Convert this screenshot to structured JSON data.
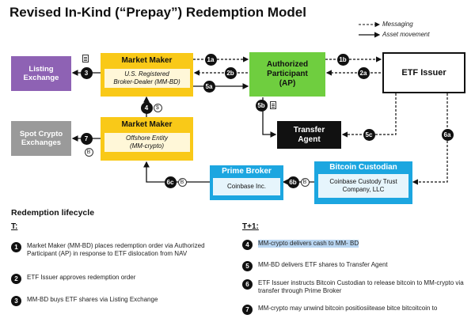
{
  "title": "Revised In-Kind (“Prepay”) Redemption Model",
  "legend": {
    "messaging": "Messaging",
    "asset_movement": "Asset movement"
  },
  "nodes": {
    "listing_exchange": {
      "line1": "Listing",
      "line2": "Exchange",
      "color": "#8e62b4"
    },
    "spot_crypto": {
      "line1": "Spot Crypto",
      "line2": "Exchanges",
      "color": "#9a9a9a"
    },
    "mm_bd": {
      "title": "Market Maker",
      "sub1": "U.S. Registered",
      "sub2": "Broker-Dealer (MM-BD)",
      "color": "#f9c918"
    },
    "mm_crypto": {
      "title": "Market Maker",
      "sub1": "Offshore Entity",
      "sub2": "(MM-crypto)",
      "color": "#f9c918"
    },
    "ap": {
      "line1": "Authorized",
      "line2": "Participant",
      "line3": "(AP)",
      "color": "#6fce3f"
    },
    "etf_issuer": {
      "label": "ETF Issuer"
    },
    "transfer_agent": {
      "line1": "Transfer",
      "line2": "Agent"
    },
    "prime_broker": {
      "title": "Prime Broker",
      "sub": "Coinbase Inc.",
      "color": "#1ca6e0"
    },
    "custodian": {
      "title": "Bitcoin Custodian",
      "sub1": "Coinbase Custody Trust",
      "sub2": "Company, LLC",
      "color": "#1ca6e0"
    }
  },
  "markers": {
    "m1a": "1a",
    "m1b": "1b",
    "m2a": "2a",
    "m2b": "2b",
    "m3": "3",
    "m4": "4",
    "m5a": "5a",
    "m5b": "5b",
    "m5c": "5c",
    "m6a": "6a",
    "m6b": "6b",
    "m6c": "6c",
    "m7": "7",
    "dollar": "$",
    "bitcoin": "B"
  },
  "lifecycle": {
    "heading": "Redemption lifecycle",
    "t_label": "T:",
    "t1_label": "T+1:",
    "steps_t": [
      {
        "num": "1",
        "text": "Market Maker (MM-BD) places redemption order via Authorized Participant (AP) in response to ETF dislocation from NAV"
      },
      {
        "num": "2",
        "text": "ETF Issuer approves redemption order"
      },
      {
        "num": "3",
        "text": "MM-BD buys ETF shares via Listing Exchange"
      }
    ],
    "steps_t1": [
      {
        "num": "4",
        "text": "MM-crypto delivers cash to MM- BD",
        "highlight": true
      },
      {
        "num": "5",
        "text": "MM-BD delivers ETF shares to Transfer Agent"
      },
      {
        "num": "6",
        "text": "ETF Issuer instructs Bitcoin Custodian to release bitcoin to MM-crypto via transfer through Prime Broker"
      },
      {
        "num": "7",
        "text": "MM-crypto may unwind bitcoin positiosiitease bitce bitcoitcoin to"
      }
    ]
  }
}
